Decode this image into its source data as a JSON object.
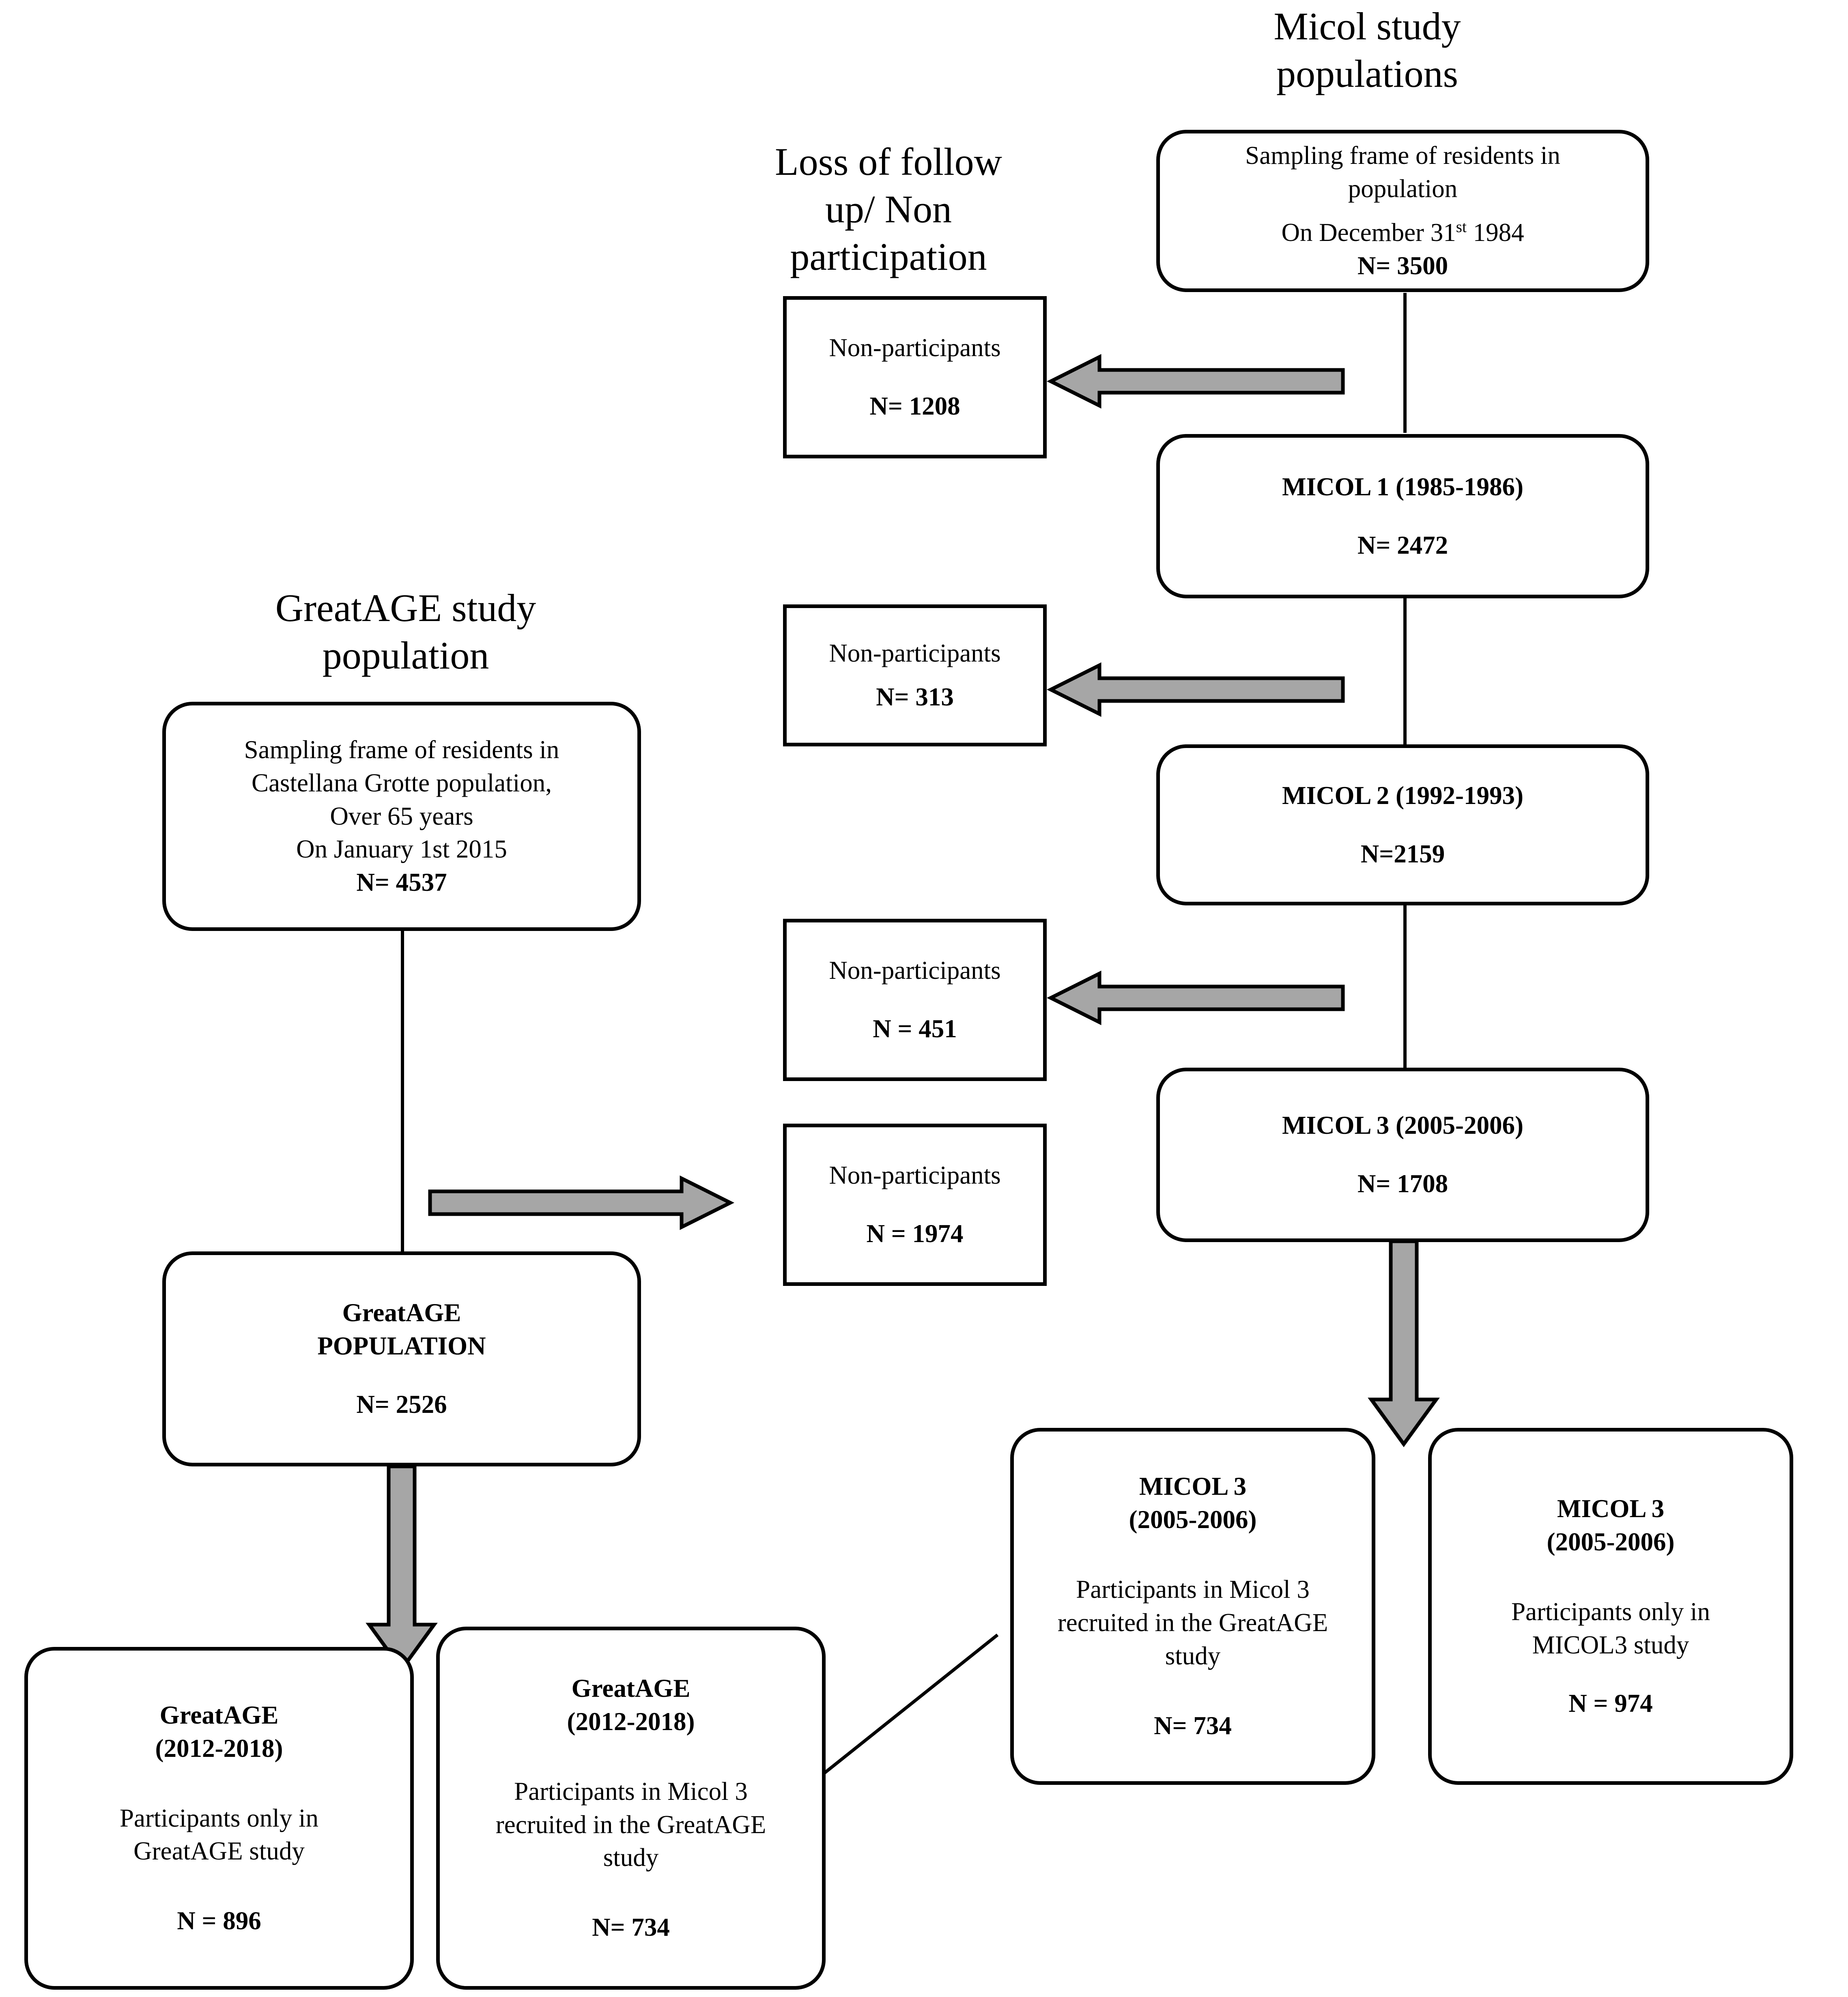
{
  "figure": {
    "type": "study-flow-diagram",
    "colors": {
      "arrow_fill": "#a6a6a6",
      "stroke": "#000000",
      "background": "#ffffff"
    },
    "headings": {
      "micol": "Micol study populations",
      "micol_line1": "Micol study",
      "micol_line2": "populations",
      "loss": "Loss of follow up/ Non participation",
      "loss_line1": "Loss of follow",
      "loss_line2": "up/ Non",
      "loss_line3": "participation",
      "greatage": "GreatAGE study population",
      "greatage_line1": "GreatAGE study",
      "greatage_line2": "population"
    },
    "boxes": {
      "micol_sampling_frame": {
        "l1": "Sampling frame of residents in",
        "l2": "population",
        "l3_pre": "On December 31",
        "l3_sup": "st",
        "l3_post": " 1984",
        "n": "N= 3500"
      },
      "micol1": {
        "title": "MICOL 1 (1985-1986)",
        "n": "N= 2472"
      },
      "micol2": {
        "title": "MICOL 2 (1992-1993)",
        "n": "N=2159"
      },
      "micol3": {
        "title": "MICOL 3 (2005-2006)",
        "n": "N= 1708"
      },
      "nonpart_1208": {
        "label": "Non-participants",
        "n": "N= 1208"
      },
      "nonpart_313": {
        "label": "Non-participants",
        "n": "N= 313"
      },
      "nonpart_451": {
        "label": "Non-participants",
        "n": "N = 451"
      },
      "nonpart_1974": {
        "label": "Non-participants",
        "n": "N = 1974"
      },
      "greatage_sampling_frame": {
        "l1": "Sampling frame of residents in",
        "l2": "Castellana Grotte population,",
        "l3": "Over 65 years",
        "l4": "On January 1st 2015",
        "n": "N= 4537"
      },
      "greatage_population": {
        "t1": "GreatAGE",
        "t2": "POPULATION",
        "n": "N= 2526"
      },
      "greatage_only": {
        "t1": "GreatAGE",
        "t2": "(2012-2018)",
        "b1": "Participants only in",
        "b2": "GreatAGE study",
        "n": "N = 896"
      },
      "greatage_micol3": {
        "t1": "GreatAGE",
        "t2": "(2012-2018)",
        "b1": "Participants in Micol 3",
        "b2": "recruited in the GreatAGE",
        "b3": "study",
        "n": "N= 734"
      },
      "micol3_greatage": {
        "t1": "MICOL 3",
        "t2": "(2005-2006)",
        "b1": "Participants in Micol 3",
        "b2": "recruited in the GreatAGE",
        "b3": "study",
        "n": "N= 734"
      },
      "micol3_only": {
        "t1": "MICOL 3",
        "t2": "(2005-2006)",
        "b1": "Participants only in",
        "b2": "MICOL3 study",
        "n": "N = 974"
      }
    },
    "chart_data": {
      "type": "flowchart",
      "title": "Micol study populations / GreatAGE study population",
      "nodes": [
        {
          "id": "micol_frame",
          "label": "Sampling frame of residents in population On December 31st 1984",
          "n": 3500
        },
        {
          "id": "micol1",
          "label": "MICOL 1 (1985-1986)",
          "n": 2472
        },
        {
          "id": "micol2",
          "label": "MICOL 2 (1992-1993)",
          "n": 2159
        },
        {
          "id": "micol3",
          "label": "MICOL 3 (2005-2006)",
          "n": 1708
        },
        {
          "id": "np1",
          "label": "Non-participants",
          "n": 1208
        },
        {
          "id": "np2",
          "label": "Non-participants",
          "n": 313
        },
        {
          "id": "np3",
          "label": "Non-participants",
          "n": 451
        },
        {
          "id": "np4",
          "label": "Non-participants",
          "n": 1974
        },
        {
          "id": "ga_frame",
          "label": "Sampling frame of residents in Castellana Grotte population, Over 65 years On January 1st 2015",
          "n": 4537
        },
        {
          "id": "ga_pop",
          "label": "GreatAGE POPULATION",
          "n": 2526
        },
        {
          "id": "ga_only",
          "label": "GreatAGE (2012-2018) Participants only in GreatAGE study",
          "n": 896
        },
        {
          "id": "ga_micol3",
          "label": "GreatAGE (2012-2018) Participants in Micol 3 recruited in the GreatAGE study",
          "n": 734
        },
        {
          "id": "micol3_ga",
          "label": "MICOL 3 (2005-2006) Participants in Micol 3 recruited in the GreatAGE study",
          "n": 734
        },
        {
          "id": "micol3_only",
          "label": "MICOL 3 (2005-2006) Participants only in MICOL3 study",
          "n": 974
        }
      ],
      "edges": [
        {
          "from": "micol_frame",
          "to": "micol1",
          "kind": "line"
        },
        {
          "from": "micol_frame",
          "to": "np1",
          "kind": "gray-arrow-left"
        },
        {
          "from": "micol1",
          "to": "micol2",
          "kind": "line"
        },
        {
          "from": "micol1",
          "to": "np2",
          "kind": "gray-arrow-left"
        },
        {
          "from": "micol2",
          "to": "micol3",
          "kind": "line"
        },
        {
          "from": "micol2",
          "to": "np3",
          "kind": "gray-arrow-left"
        },
        {
          "from": "micol3",
          "to": "micol3_only",
          "kind": "gray-arrow-down"
        },
        {
          "from": "ga_frame",
          "to": "ga_pop",
          "kind": "line"
        },
        {
          "from": "ga_frame",
          "to": "np4",
          "kind": "gray-arrow-right"
        },
        {
          "from": "ga_pop",
          "to": "ga_only",
          "kind": "gray-arrow-down"
        },
        {
          "from": "ga_micol3",
          "to": "micol3_ga",
          "kind": "diagonal-line"
        }
      ]
    }
  }
}
